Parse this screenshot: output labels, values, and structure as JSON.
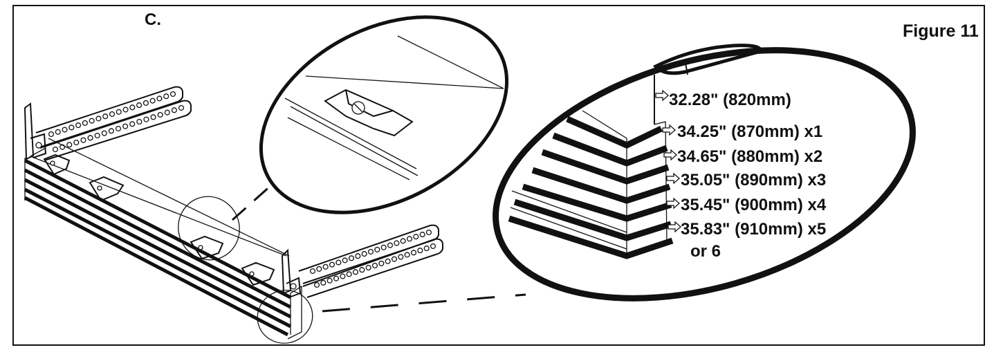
{
  "step_label": "C.",
  "figure_label": "Figure 11",
  "measurements": [
    {
      "text": "32.28\" (820mm)"
    },
    {
      "text": "34.25\" (870mm) x1"
    },
    {
      "text": "34.65\" (880mm) x2"
    },
    {
      "text": "35.05\" (890mm) x3"
    },
    {
      "text": "35.45\" (900mm) x4"
    },
    {
      "text": "35.83\" (910mm) x5"
    },
    {
      "text": "or 6"
    }
  ],
  "colors": {
    "line": "#111111",
    "background": "#ffffff"
  }
}
